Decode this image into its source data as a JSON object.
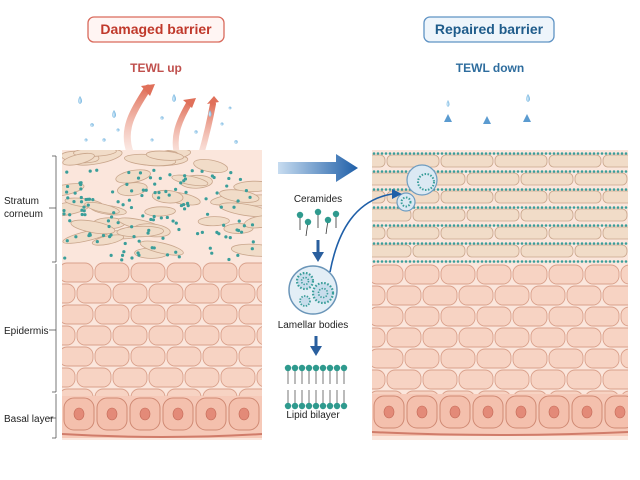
{
  "panels": {
    "left": {
      "title": "Damaged barrier",
      "tewl": "TEWL up"
    },
    "right": {
      "title": "Repaired barrier",
      "tewl": "TEWL down"
    }
  },
  "layers": {
    "stratum_line1": "Stratum",
    "stratum_line2": "corneum",
    "epidermis": "Epidermis",
    "basal": "Basal layer"
  },
  "process": {
    "ceramides": "Ceramides",
    "lamellar": "Lamellar bodies",
    "bilayer": "Lipid bilayer"
  },
  "colors": {
    "damaged_title": "#c0392b",
    "repaired_title": "#1f5c8b",
    "tewl_up": "#c0504d",
    "tewl_down": "#2e6d9e",
    "cell_fill": "#f7d3c3",
    "cell_stroke": "#d9a08b",
    "corneo_fill": "#f1dcc8",
    "lipid_teal": "#3a9e9a",
    "arrow_blue": "#2a6bb0",
    "basal_nucleus": "#e38a78"
  }
}
